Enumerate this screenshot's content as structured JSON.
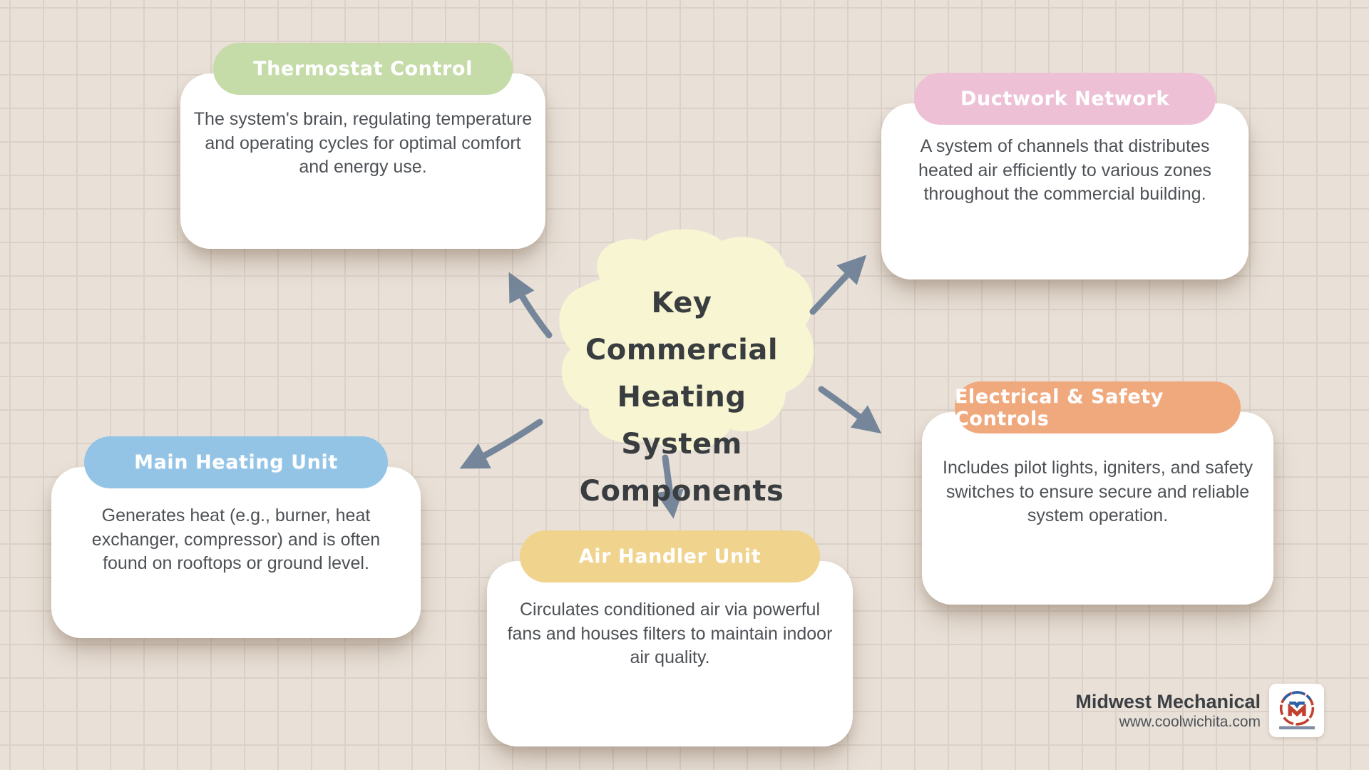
{
  "background": {
    "base": "#e9e1d8",
    "grid_line": "#dbd1c8"
  },
  "center": {
    "title_lines": [
      "Key Commercial",
      "Heating System",
      "Components"
    ],
    "blob_color": "#f7f5d2",
    "text_color": "#3a3d40"
  },
  "arrows": {
    "color": "#76869a"
  },
  "cards": [
    {
      "id": "thermostat-control",
      "title": "Thermostat Control",
      "accent": "#c5dba8",
      "lines": [
        "The system's brain, regulating temperature",
        "and operating cycles for optimal comfort",
        "and energy use."
      ]
    },
    {
      "id": "ductwork-network",
      "title": "Ductwork Network",
      "accent": "#edc0d5",
      "lines": [
        "A system of channels that distributes",
        "heated air efficiently to various zones",
        "throughout the commercial building."
      ]
    },
    {
      "id": "main-heating-unit",
      "title": "Main Heating Unit",
      "accent": "#93c4e6",
      "lines": [
        "Generates heat (e.g., burner, heat",
        "exchanger, compressor) and is often",
        "found on rooftops or ground level."
      ]
    },
    {
      "id": "air-handler-unit",
      "title": "Air Handler Unit",
      "accent": "#f0d38c",
      "lines": [
        "Circulates conditioned air via powerful",
        "fans and houses filters to maintain indoor",
        "air quality."
      ]
    },
    {
      "id": "electrical-safety-controls",
      "title": "Electrical & Safety Controls",
      "accent": "#f0a87d",
      "lines": [
        "Includes pilot lights, igniters, and safety",
        "switches to ensure secure and reliable",
        "system operation."
      ]
    }
  ],
  "footer": {
    "company": "Midwest Mechanical",
    "website": "www.coolwichita.com"
  }
}
